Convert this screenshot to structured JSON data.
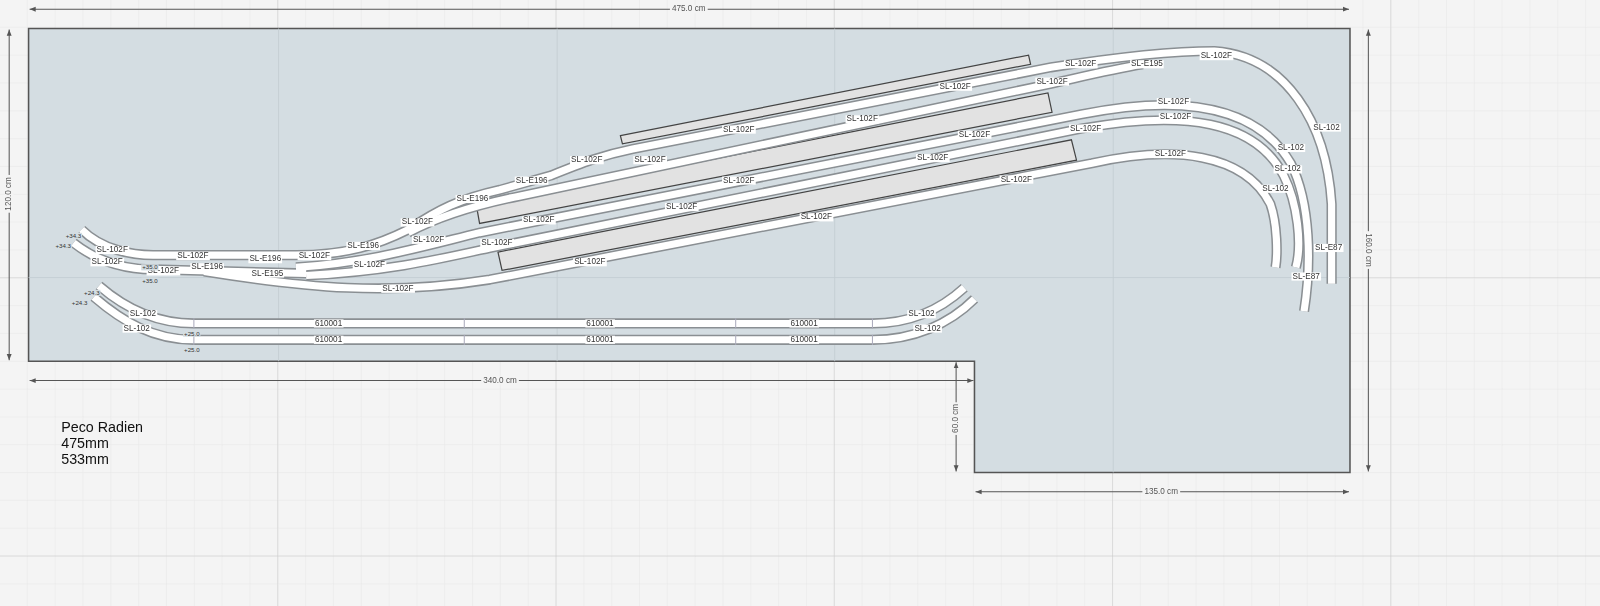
{
  "diagram": {
    "labels": [
      "475.0 cm",
      "120.0 cm",
      "160.0 cm",
      "340.0 cm",
      "60.0 cm",
      "135.0 cm",
      "SL-102F",
      "SL-E195",
      "SL-102F",
      "SL-102F",
      "SL-102F",
      "SL-102F",
      "SL-102F",
      "SL-102F",
      "SL-102F",
      "SL-102F",
      "SL-102F",
      "SL-102",
      "SL-102",
      "SL-102",
      "SL-102",
      "SL-102F",
      "SL-102F",
      "SL-102F",
      "SL-102F",
      "SL-E196",
      "SL-102F",
      "SL-102F",
      "SL-E196",
      "SL-102F",
      "SL-102F",
      "SL-102F",
      "SL-102F",
      "SL-102F",
      "SL-102F",
      "SL-E196",
      "SL-E87",
      "SL-102F",
      "SL-102F",
      "SL-102F",
      "SL-E196",
      "SL-102F",
      "SL-102F",
      "SL-102F",
      "SL-E196",
      "SL-102F",
      "SL-E195",
      "SL-E87",
      "SL-102F",
      "SL-102",
      "SL-102",
      "610001",
      "610001",
      "610001",
      "SL-102",
      "SL-102",
      "610001",
      "610001",
      "610001",
      "+34.3",
      "+34.3",
      "+35.0",
      "+35.0",
      "+24.3",
      "+24.3",
      "+25.0",
      "+25.0",
      "Peco Radien",
      "475mm",
      "533mm"
    ]
  }
}
